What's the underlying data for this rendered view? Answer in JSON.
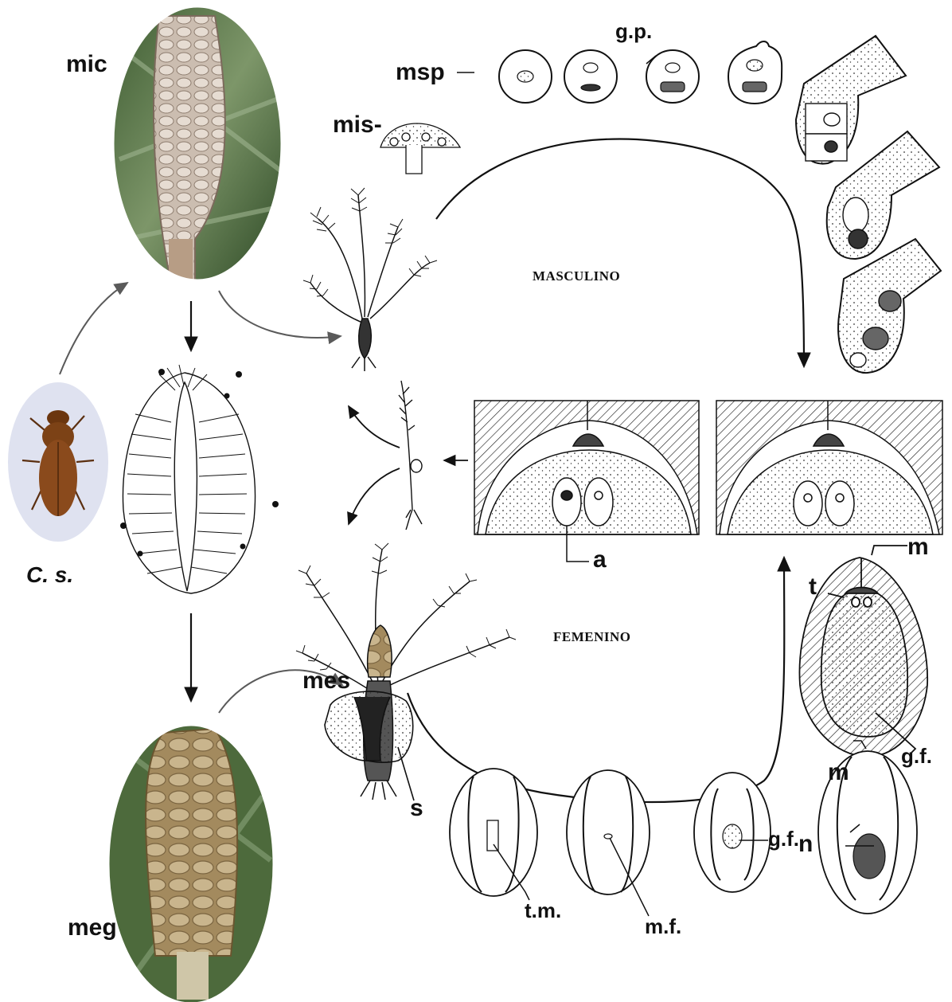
{
  "labels": {
    "mic": "mic",
    "mis": "mis-",
    "msp": "msp",
    "gp": "g.p.",
    "masculino": "MASCULINO",
    "femenino": "FEMENINO",
    "cs": "C. s.",
    "meg": "meg",
    "mes": "mes",
    "s": "s",
    "tm": "t.m.",
    "mf": "m.f.",
    "gf1": "g.f.",
    "gf2": "g.f.",
    "n": "n",
    "m1": "m",
    "m2": "m",
    "t": "t",
    "a": "a"
  },
  "colors": {
    "ink": "#111111",
    "arrow_grey": "#5a5a5a",
    "cone_pale": "#d9ccc0",
    "cone_female": "#b8a27a",
    "foliage": "#4f6f3e",
    "beetle": "#8a4a1c",
    "beetle_bg": "#dfe2f0"
  }
}
